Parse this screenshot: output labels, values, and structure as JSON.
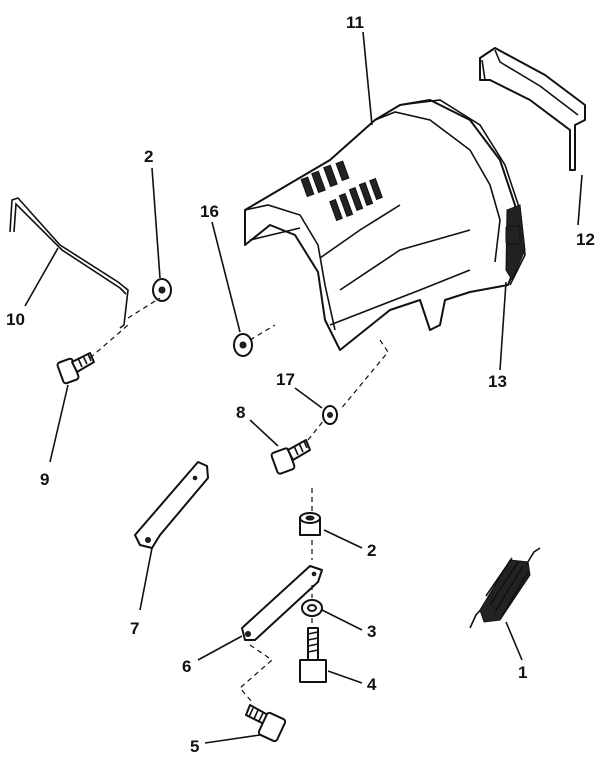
{
  "labels": {
    "p1": "1",
    "p2a": "2",
    "p2b": "2",
    "p3": "3",
    "p4": "4",
    "p5": "5",
    "p6": "6",
    "p7": "7",
    "p8": "8",
    "p9": "9",
    "p10": "10",
    "p11": "11",
    "p12": "12",
    "p13": "13",
    "p16": "16",
    "p17": "17"
  }
}
